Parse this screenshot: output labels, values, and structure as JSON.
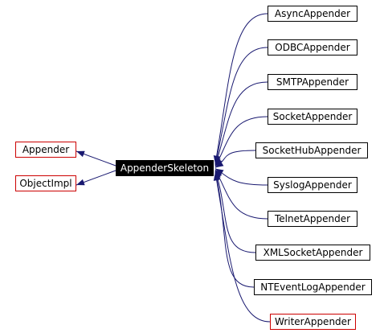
{
  "diagram": {
    "focus": {
      "label": "AppenderSkeleton"
    },
    "bases": [
      {
        "label": "Appender",
        "external": true
      },
      {
        "label": "ObjectImpl",
        "external": true
      }
    ],
    "subclasses": [
      {
        "label": "AsyncAppender",
        "external": false
      },
      {
        "label": "ODBCAppender",
        "external": false
      },
      {
        "label": "SMTPAppender",
        "external": false
      },
      {
        "label": "SocketAppender",
        "external": false
      },
      {
        "label": "SocketHubAppender",
        "external": false
      },
      {
        "label": "SyslogAppender",
        "external": false
      },
      {
        "label": "TelnetAppender",
        "external": false
      },
      {
        "label": "XMLSocketAppender",
        "external": false
      },
      {
        "label": "NTEventLogAppender",
        "external": false
      },
      {
        "label": "WriterAppender",
        "external": true
      }
    ],
    "colors": {
      "edge": "#191970",
      "external_border": "#cc0000",
      "focus_fill": "#000000"
    }
  }
}
